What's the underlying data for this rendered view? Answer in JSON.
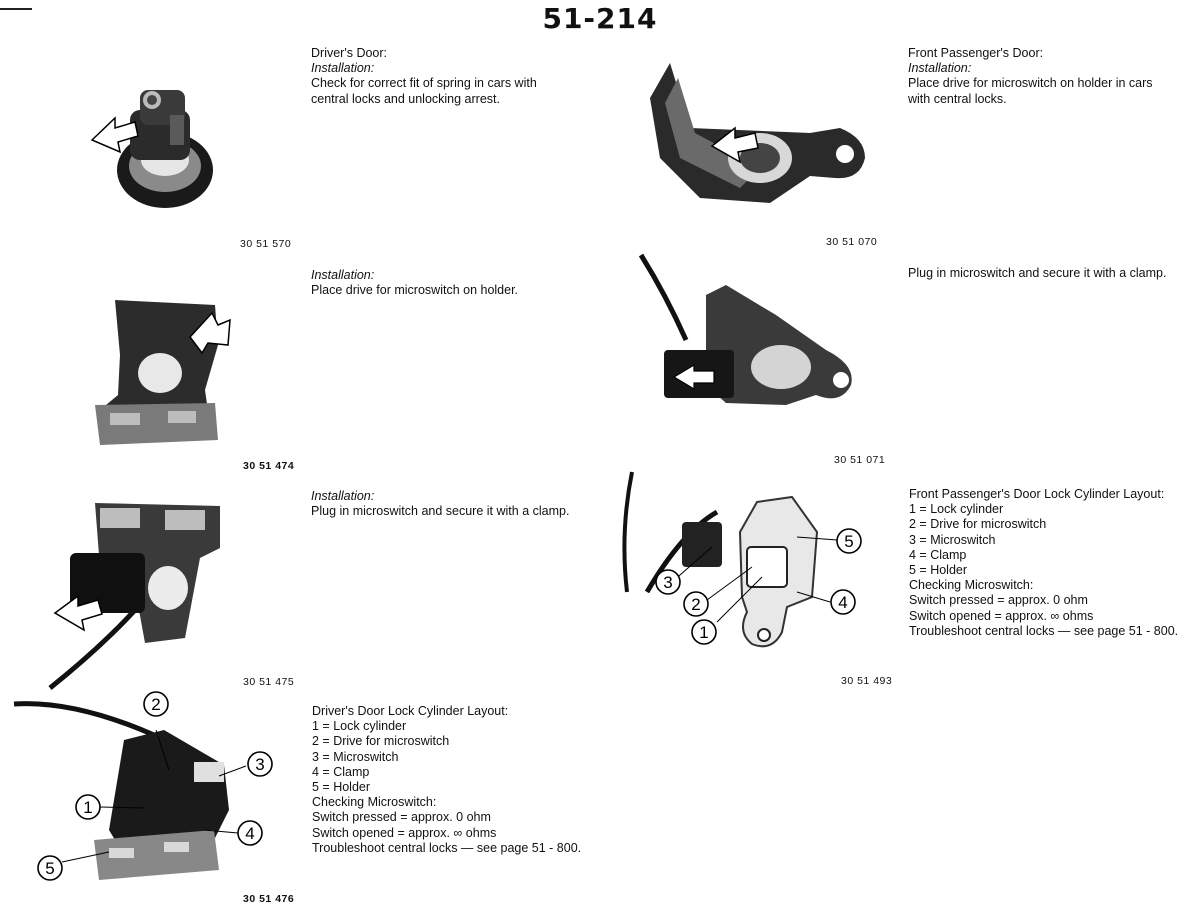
{
  "page_number": "51-214",
  "sections": {
    "driver_door": {
      "heading": "Driver's Door:",
      "subheading": "Installation:",
      "text": [
        "Check for correct fit of spring in cars with",
        "central locks and unlocking arrest."
      ],
      "figure_number": "30 51 570"
    },
    "front_passenger_door": {
      "heading": "Front Passenger's Door:",
      "subheading": "Installation:",
      "text": [
        "Place drive for microswitch on holder in cars",
        "with central locks."
      ],
      "figure_number": "30 51 070"
    },
    "holder_installation": {
      "subheading": "Installation:",
      "text": [
        "Place drive for microswitch on holder."
      ],
      "figure_number": "30 51 474"
    },
    "passenger_plug": {
      "text": [
        "Plug in microswitch and secure it with a clamp."
      ],
      "figure_number": "30 51 071"
    },
    "driver_plug": {
      "subheading": "Installation:",
      "text": [
        "Plug in microswitch and secure it with a clamp."
      ],
      "figure_number": "30 51 475"
    },
    "passenger_layout": {
      "heading": "Front Passenger's Door Lock Cylinder Layout:",
      "lines": [
        "1 = Lock cylinder",
        "2 = Drive for microswitch",
        "3 = Microswitch",
        "4 = Clamp",
        "5 = Holder",
        "Checking Microswitch:",
        "Switch pressed   =  approx. 0 ohm",
        "Switch opened   =  approx. ∞ ohms",
        "Troubleshoot central locks — see page 51 - 800."
      ],
      "figure_number": "30 51 493",
      "callouts": [
        "1",
        "2",
        "3",
        "4",
        "5"
      ]
    },
    "driver_layout": {
      "heading": "Driver's Door Lock Cylinder Layout:",
      "lines": [
        "1 = Lock cylinder",
        "2 = Drive for microswitch",
        "3 = Microswitch",
        "4 = Clamp",
        "5 = Holder",
        "Checking Microswitch:",
        "Switch pressed   =  approx. 0 ohm",
        "Switch opened   =  approx. ∞ ohms",
        "Troubleshoot central locks — see page 51 - 800."
      ],
      "figure_number": "30 51 476",
      "callouts": [
        "1",
        "2",
        "3",
        "4",
        "5"
      ]
    }
  }
}
